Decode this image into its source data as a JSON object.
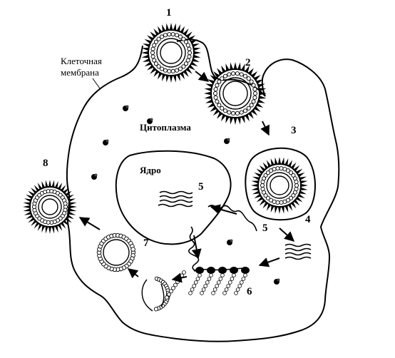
{
  "labels": {
    "membrane": [
      "Клеточная",
      "мембрана"
    ],
    "cytoplasm": "Цитоплазма",
    "nucleus": "Ядро"
  },
  "steps": [
    "1",
    "2",
    "3",
    "4",
    "5",
    "5",
    "6",
    "7",
    "8"
  ]
}
